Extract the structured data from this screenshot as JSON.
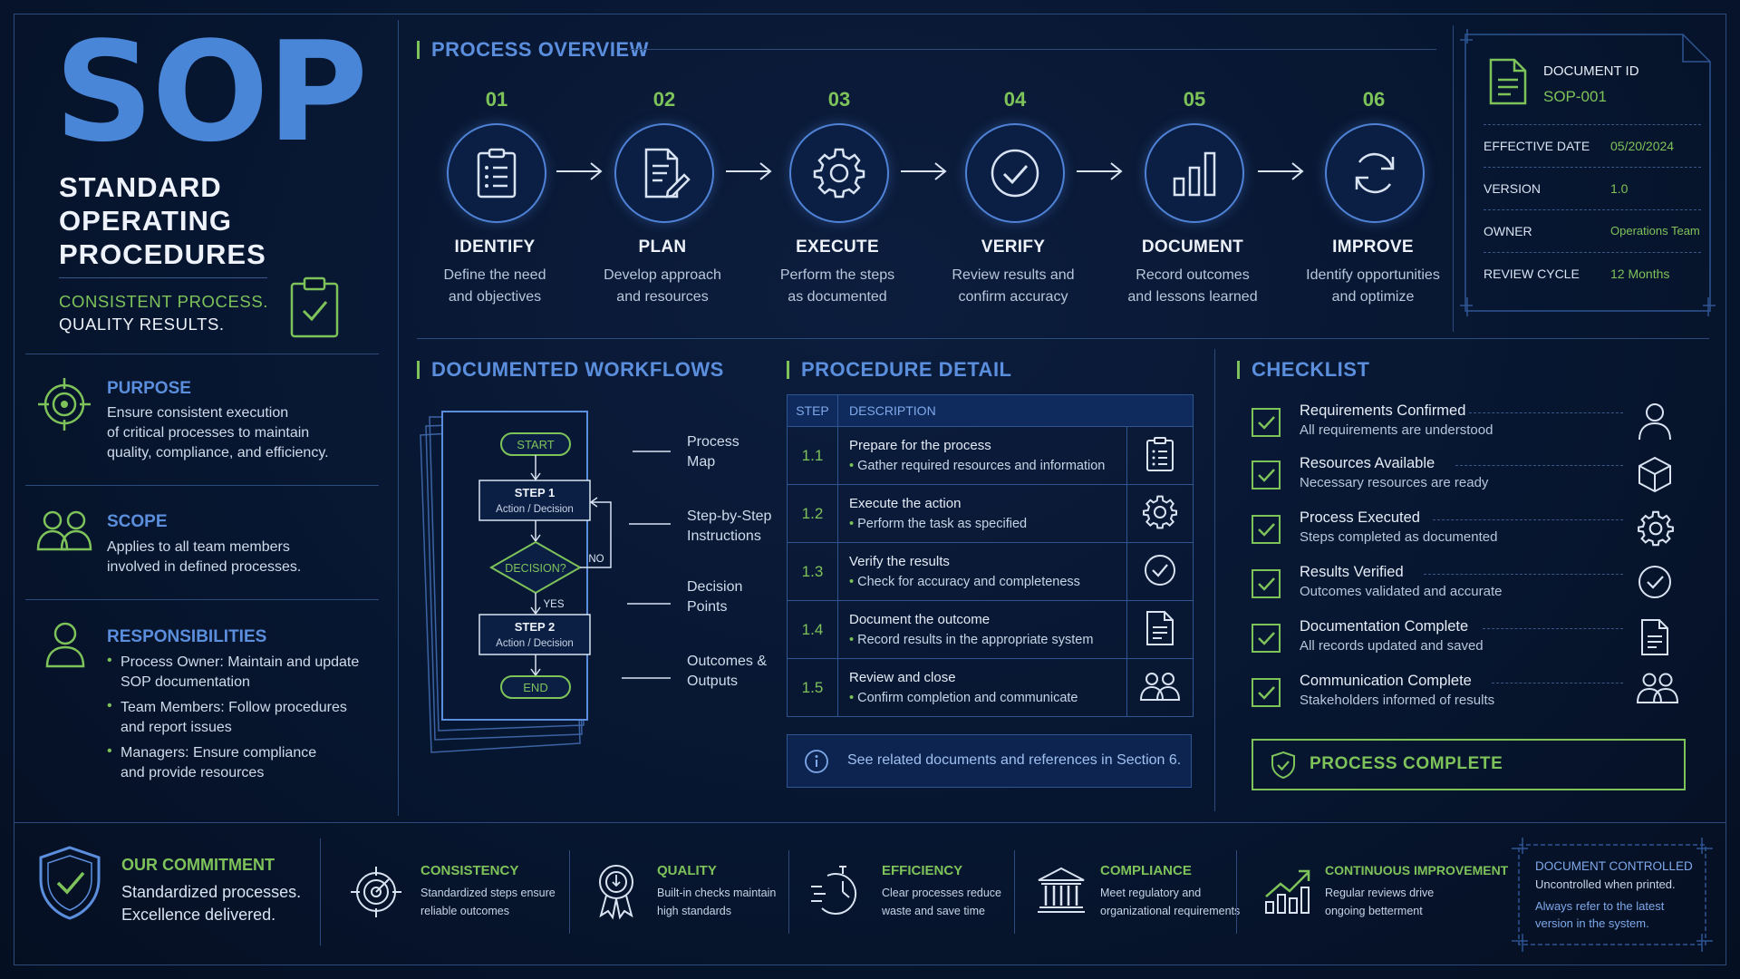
{
  "header": {
    "logo": "SOP",
    "title_lines": [
      "STANDARD",
      "OPERATING",
      "PROCEDURES"
    ],
    "tagline_1": "CONSISTENT PROCESS.",
    "tagline_2": "QUALITY RESULTS."
  },
  "left": {
    "purpose": {
      "title": "PURPOSE",
      "lines": [
        "Ensure consistent execution",
        "of critical processes to maintain",
        "quality, compliance, and efficiency."
      ]
    },
    "scope": {
      "title": "SCOPE",
      "lines": [
        "Applies to all team members",
        "involved in defined processes."
      ]
    },
    "responsibilities": {
      "title": "RESPONSIBILITIES",
      "items": [
        {
          "l1": "Process Owner: Maintain and update",
          "l2": "SOP documentation"
        },
        {
          "l1": "Team Members: Follow procedures",
          "l2": "and report issues"
        },
        {
          "l1": "Managers: Ensure compliance",
          "l2": "and provide resources"
        }
      ]
    }
  },
  "overview": {
    "title": "PROCESS OVERVIEW",
    "steps": [
      {
        "num": "01",
        "icon": "clipboard-icon",
        "title": "IDENTIFY",
        "d1": "Define the need",
        "d2": "and objectives"
      },
      {
        "num": "02",
        "icon": "document-pencil-icon",
        "title": "PLAN",
        "d1": "Develop approach",
        "d2": "and resources"
      },
      {
        "num": "03",
        "icon": "gear-icon",
        "title": "EXECUTE",
        "d1": "Perform the steps",
        "d2": "as documented"
      },
      {
        "num": "04",
        "icon": "check-circle-icon",
        "title": "VERIFY",
        "d1": "Review results and",
        "d2": "confirm accuracy"
      },
      {
        "num": "05",
        "icon": "bar-chart-icon",
        "title": "DOCUMENT",
        "d1": "Record outcomes",
        "d2": "and lessons learned"
      },
      {
        "num": "06",
        "icon": "refresh-icon",
        "title": "IMPROVE",
        "d1": "Identify opportunities",
        "d2": "and optimize"
      }
    ]
  },
  "doc_info": {
    "id_label": "DOCUMENT ID",
    "id_value": "SOP-001",
    "rows": [
      {
        "k": "EFFECTIVE DATE",
        "v": "05/20/2024"
      },
      {
        "k": "VERSION",
        "v": "1.0"
      },
      {
        "k": "OWNER",
        "v": "Operations Team"
      },
      {
        "k": "REVIEW CYCLE",
        "v": "12 Months"
      }
    ]
  },
  "workflows": {
    "title": "DOCUMENTED WORKFLOWS",
    "flow": {
      "start": "START",
      "step1": "STEP 1",
      "step1_sub": "Action / Decision",
      "decision": "DECISION?",
      "no": "NO",
      "yes": "YES",
      "step2": "STEP 2",
      "step2_sub": "Action / Decision",
      "end": "END"
    },
    "labels": [
      {
        "l1": "Process",
        "l2": "Map"
      },
      {
        "l1": "Step-by-Step",
        "l2": "Instructions"
      },
      {
        "l1": "Decision",
        "l2": "Points"
      },
      {
        "l1": "Outcomes &",
        "l2": "Outputs"
      }
    ]
  },
  "procedure": {
    "title": "PROCEDURE DETAIL",
    "col_step": "STEP",
    "col_desc": "DESCRIPTION",
    "rows": [
      {
        "step": "1.1",
        "main": "Prepare for the process",
        "sub": "Gather required resources and information",
        "icon": "clipboard-icon"
      },
      {
        "step": "1.2",
        "main": "Execute the action",
        "sub": "Perform the task as specified",
        "icon": "gear-icon"
      },
      {
        "step": "1.3",
        "main": "Verify the results",
        "sub": "Check for accuracy and completeness",
        "icon": "check-circle-icon"
      },
      {
        "step": "1.4",
        "main": "Document the outcome",
        "sub": "Record results in the appropriate system",
        "icon": "document-icon"
      },
      {
        "step": "1.5",
        "main": "Review and close",
        "sub": "Confirm completion and communicate",
        "icon": "people-icon"
      }
    ],
    "note": "See related documents and references in Section 6."
  },
  "checklist": {
    "title": "CHECKLIST",
    "items": [
      {
        "title": "Requirements Confirmed",
        "sub": "All requirements are understood",
        "icon": "user-icon"
      },
      {
        "title": "Resources Available",
        "sub": "Necessary resources are ready",
        "icon": "cube-icon"
      },
      {
        "title": "Process Executed",
        "sub": "Steps completed as documented",
        "icon": "gear-icon"
      },
      {
        "title": "Results Verified",
        "sub": "Outcomes validated and accurate",
        "icon": "check-circle-icon"
      },
      {
        "title": "Documentation Complete",
        "sub": "All records updated and saved",
        "icon": "document-icon"
      },
      {
        "title": "Communication Complete",
        "sub": "Stakeholders informed of results",
        "icon": "people-icon"
      }
    ],
    "complete_label": "PROCESS COMPLETE"
  },
  "footer": {
    "commitment": {
      "title": "OUR COMMITMENT",
      "l1": "Standardized processes.",
      "l2": "Excellence delivered."
    },
    "pillars": [
      {
        "title": "CONSISTENCY",
        "l1": "Standardized steps ensure",
        "l2": "reliable outcomes",
        "icon": "target-icon"
      },
      {
        "title": "QUALITY",
        "l1": "Built-in checks maintain",
        "l2": "high standards",
        "icon": "award-ribbon-icon"
      },
      {
        "title": "EFFICIENCY",
        "l1": "Clear processes reduce",
        "l2": "waste and save time",
        "icon": "stopwatch-icon"
      },
      {
        "title": "COMPLIANCE",
        "l1": "Meet regulatory and",
        "l2": "organizational requirements",
        "icon": "building-columns-icon"
      },
      {
        "title": "CONTINUOUS IMPROVEMENT",
        "l1": "Regular reviews drive",
        "l2": "ongoing betterment",
        "icon": "growth-chart-icon"
      }
    ],
    "controlled": {
      "title": "DOCUMENT CONTROLLED",
      "l1": "Uncontrolled when printed.",
      "l2": "Always refer to the latest",
      "l3": "version in the system."
    }
  },
  "colors": {
    "background": "#061229",
    "accent_blue": "#5b8fde",
    "accent_green": "#7ec35a",
    "border": "#2c4a7c"
  }
}
